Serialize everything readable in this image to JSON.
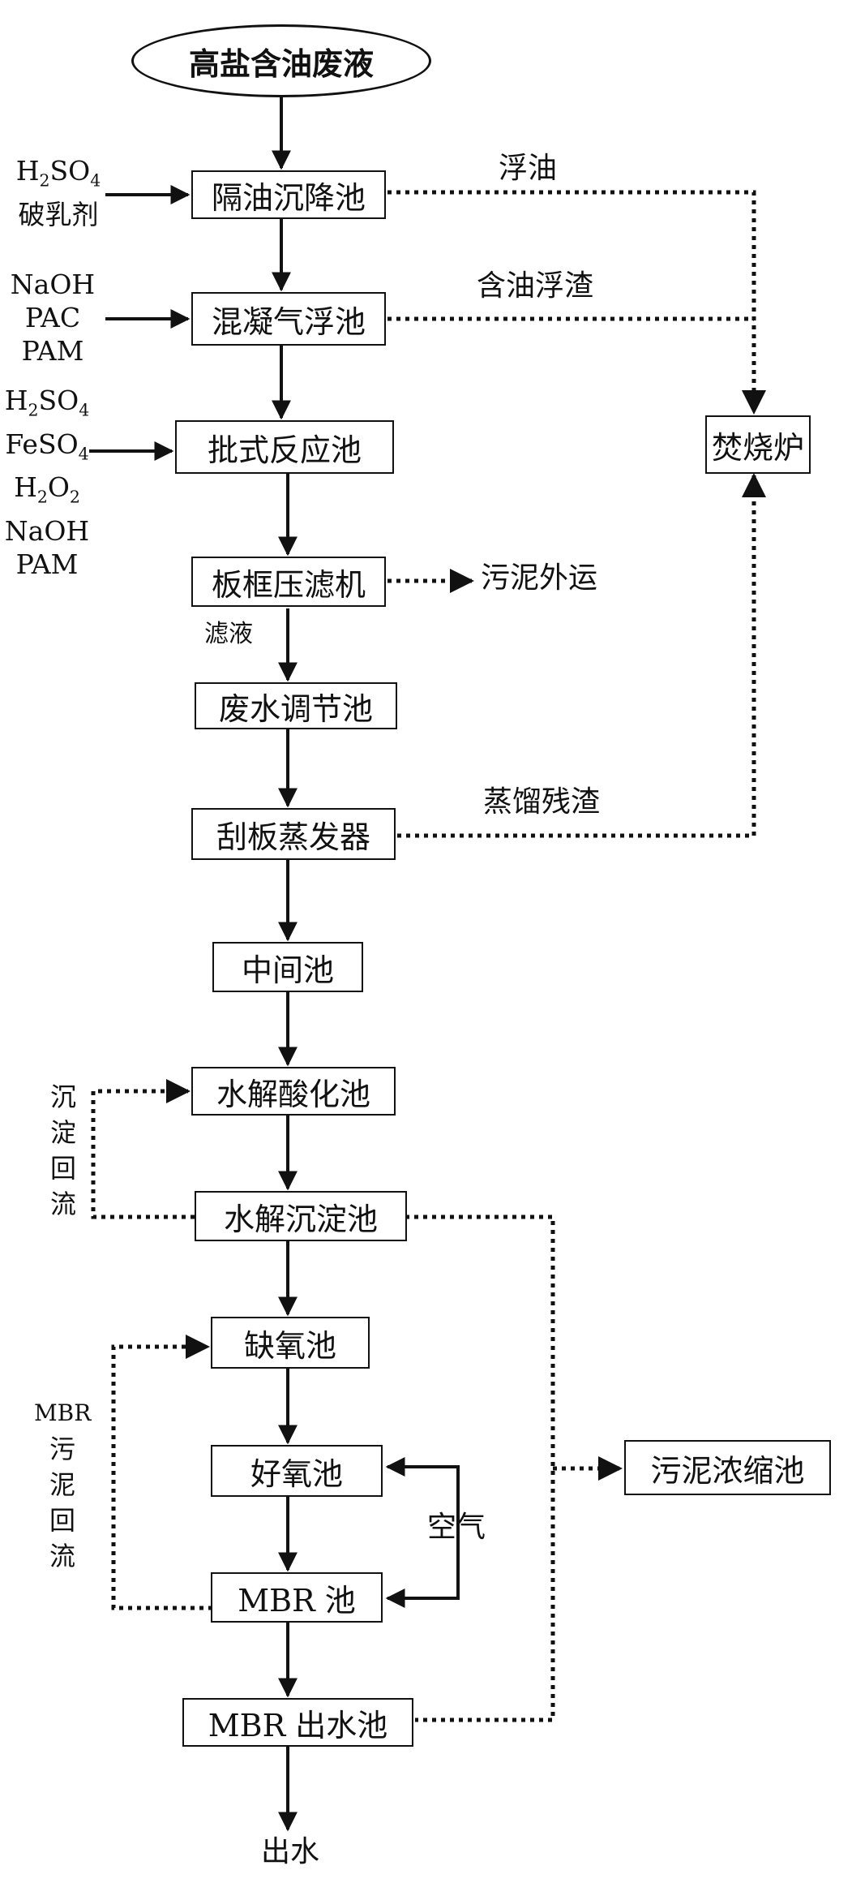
{
  "start": "高盐含油废液",
  "nodes": {
    "oil_sep": "隔油沉降池",
    "coag_float": "混凝气浮池",
    "batch_react": "批式反应池",
    "filter_press": "板框压滤机",
    "adjust_pool": "废水调节池",
    "evaporator": "刮板蒸发器",
    "middle_pool": "中间池",
    "hydro_acid": "水解酸化池",
    "hydro_settle": "水解沉淀池",
    "anoxic": "缺氧池",
    "aerobic": "好氧池",
    "mbr": "MBR 池",
    "mbr_out": "MBR 出水池",
    "incinerator": "焚烧炉",
    "sludge_thicken": "污泥浓缩池"
  },
  "inputs": {
    "oil_sep": {
      "l1a": "H",
      "l1b": "2",
      "l1c": "SO",
      "l1d": "4",
      "l2": "破乳剂"
    },
    "coag_float": [
      "NaOH",
      "PAC",
      "PAM"
    ],
    "batch_react": {
      "a": "H",
      "b": "2",
      "c": "SO",
      "d": "4",
      "e": "FeSO",
      "f": "4",
      "g": "H",
      "h": "2",
      "i": "O",
      "j": "2",
      "k": "NaOH",
      "l": "PAM"
    }
  },
  "labels": {
    "float_oil": "浮油",
    "oily_scum": "含油浮渣",
    "sludge_out": "污泥外运",
    "filtrate": "滤液",
    "distill_residue": "蒸馏残渣",
    "sludge_return": "沉淀回流",
    "mbr_return_a": "MBR",
    "mbr_return_b": "污泥回流",
    "air": "空气",
    "effluent": "出水"
  }
}
